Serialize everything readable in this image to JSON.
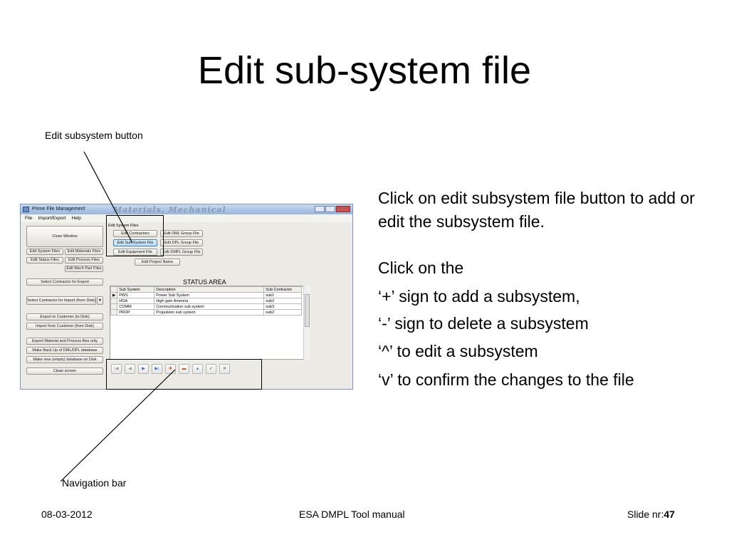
{
  "slide": {
    "title": "Edit sub-system file",
    "callout_top": "Edit subsystem button",
    "callout_bottom": "Navigation bar",
    "body": {
      "para1": "Click on edit subsystem file button to add or edit the subsystem file.",
      "line1": "Click on the",
      "line2": "‘+’ sign to add a subsystem,",
      "line3": "‘-’ sign to delete a subsystem",
      "line4": "‘^’ to edit a subsystem",
      "line5": "‘v’ to confirm the changes to the file"
    },
    "footer": {
      "date": "08-03-2012",
      "center": "ESA DMPL Tool manual",
      "slide_label": "Slide nr:",
      "slide_number": "47"
    }
  },
  "app": {
    "window_title": "Prime File Management",
    "logo_text": "Materials, Mechanical",
    "menu": [
      "File",
      "Import/Export",
      "Help"
    ],
    "left_buttons": {
      "close_window": "Close Window",
      "edit_system_files": "Edit System Files",
      "edit_materials_files": "Edit Materials Files",
      "edit_status_files": "Edit Status Files",
      "edit_process_files": "Edit Process Files",
      "edit_mech_part_files": "Edit Mech Part Files",
      "select_contractor_export": "Select Contractor for Export",
      "select_contractor_import": "Select Contractor for Import (from Disk)",
      "export_to_customer": "Export to Customer (to Disk)",
      "import_from_customer": "Import from Customer (from Disk)",
      "export_material_process": "Export Material and Process files only",
      "make_backup": "Make Back Up of DML/DPL database",
      "make_new_database": "Make new (empty) database on Disk",
      "clean_screen": "Clean screen"
    },
    "system_files": {
      "group_label": "Edit System Files",
      "edit_contractors": "Edit Contractors",
      "edit_dml_group": "Edit DML Group File",
      "edit_sub_system": "Edit Sub System File",
      "edit_dpl_group": "Edit DPL Group File",
      "edit_equipment": "Edit Equipment File",
      "edit_dmpl_group": "Edit DMPL Group File",
      "edit_project_name": "Edit Project Name"
    },
    "status_area": {
      "title": "STATUS AREA",
      "headers": [
        "Sub System",
        "Description",
        "Sub Contractor"
      ],
      "rows": [
        [
          "PWS",
          "Power Sub System",
          "sub1"
        ],
        [
          "HGA",
          "High gain Antenna",
          "sub2"
        ],
        [
          "COMM",
          "Communication sub system",
          "sub3"
        ],
        [
          "PROP",
          "Propulsion sub system",
          "sub2"
        ]
      ]
    },
    "navigator": {
      "first": "|◀",
      "prev": "◀",
      "next": "▶",
      "last": "▶|",
      "add": "✚",
      "delete": "▬",
      "edit": "▲",
      "post": "✔",
      "cancel": "✖"
    }
  }
}
